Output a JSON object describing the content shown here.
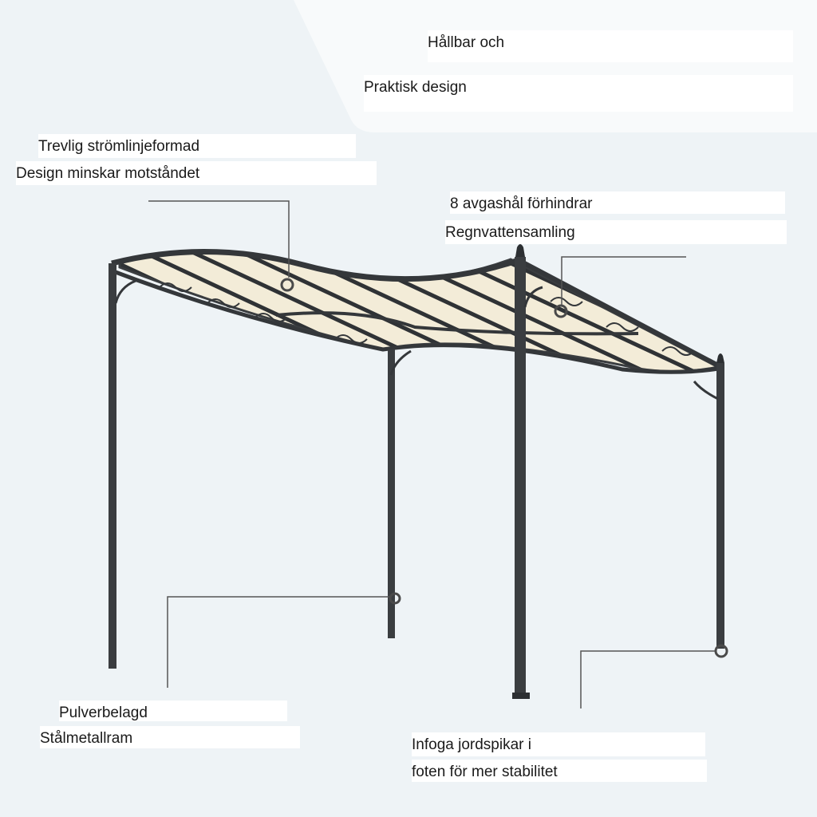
{
  "header_panel": {
    "line1": "Hållbar och",
    "line2": "Praktisk design"
  },
  "callouts": {
    "shape": {
      "line1": "Trevlig strömlinjeformad",
      "line2": "Design minskar motståndet"
    },
    "drain": {
      "line1": "8 avgashål förhindrar",
      "line2": "Regnvattensamling"
    },
    "frame": {
      "line1": "Pulverbelagd",
      "line2": "Stålmetallram"
    },
    "stakes": {
      "line1": "Infoga jordspikar i",
      "line2": "foten för mer stabilitet"
    }
  },
  "colors": {
    "background": "#eef3f6",
    "frame": "#3a3d40",
    "canopy_stripe": "#f1ead7",
    "leader": "#4a4a4a"
  }
}
